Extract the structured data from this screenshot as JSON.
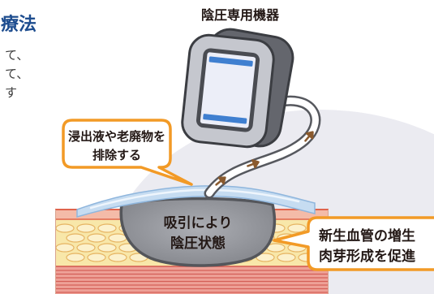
{
  "heading": {
    "text": "療法"
  },
  "intro_fragments": [
    "て、",
    "て、",
    "す"
  ],
  "device": {
    "label": "陰圧専用機器"
  },
  "callouts": {
    "exudate": {
      "lines": [
        "浸出液や老廃物を",
        "排除する"
      ]
    },
    "granulation": {
      "lines": [
        "新生血管の増生",
        "肉芽形成を促進"
      ]
    }
  },
  "wound": {
    "lines": [
      "吸引により",
      "陰圧状態"
    ]
  },
  "colors": {
    "heading": "#1e4d8f",
    "callout_border": "#f29a26",
    "flow_arrow": "#8a5a2e",
    "wound": "#8f9197",
    "dressing": "#c6dcf1",
    "background_circle": "#ebebf1",
    "device_body": "#c5c7ce",
    "screen_accent": "#3f7fd0"
  }
}
